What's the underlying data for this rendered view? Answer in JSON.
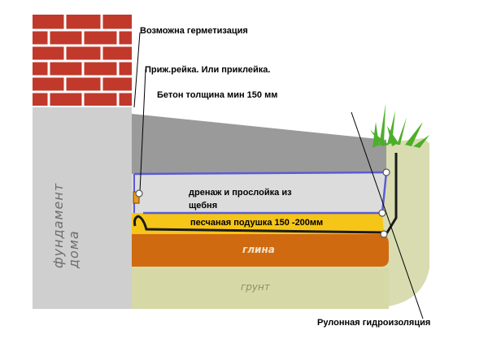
{
  "labels": {
    "sealing": "Возможна герметизация",
    "rail": "Приж.рейка. Или приклейка.",
    "concrete": "Бетон толщина мин 150 мм",
    "drainage": "дренаж и прослойка из щебня",
    "sand": "песчаная подушка 150 -200мм",
    "waterproofing": "Рулонная гидроизоляция"
  },
  "layers": {
    "foundation": "фундамент дома",
    "clay": "глина",
    "soil": "грунт"
  },
  "colors": {
    "brick": "#c0392b",
    "foundation": "#cfcfcf",
    "concrete": "#999999",
    "gravel": "#dcdcdc",
    "sand": "#f5c518",
    "clay": "#d06a10",
    "soil": "#d8dcb0",
    "membrane": "#5b5bd6",
    "grass": "#4caf2a"
  }
}
